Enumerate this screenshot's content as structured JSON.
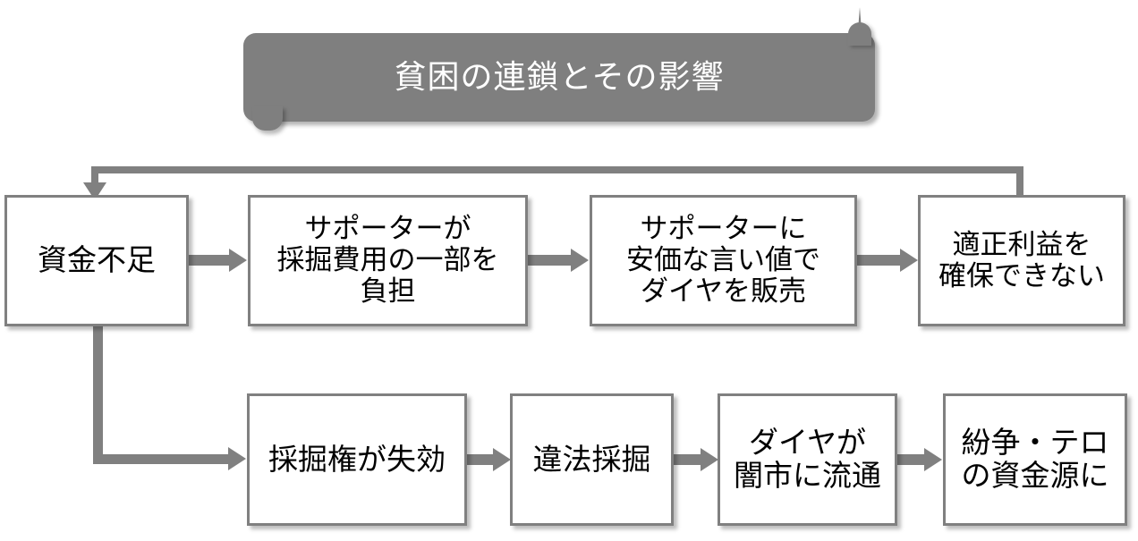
{
  "diagram": {
    "title": "貧困の連鎖とその影響",
    "colors": {
      "banner_fill": "#7f7f7f",
      "banner_text": "#ffffff",
      "node_border": "#808080",
      "node_fill": "#ffffff",
      "node_text": "#000000",
      "connector": "#808080",
      "background": "#ffffff"
    },
    "top_row": [
      {
        "id": "node-funding-shortage",
        "label": "資金不足"
      },
      {
        "id": "node-supporter-covers-cost",
        "label": "サポーターが\n採掘費用の一部を\n負担"
      },
      {
        "id": "node-sell-diamonds-cheap",
        "label": "サポーターに\n安価な言い値で\nダイヤを販売"
      },
      {
        "id": "node-cannot-secure-profit",
        "label": "適正利益を\n確保できない"
      }
    ],
    "bottom_row": [
      {
        "id": "node-mining-right-expires",
        "label": "採掘権が失効"
      },
      {
        "id": "node-illegal-mining",
        "label": "違法採掘"
      },
      {
        "id": "node-black-market",
        "label": "ダイヤが\n闇市に流通"
      },
      {
        "id": "node-conflict-terror-funding",
        "label": "紛争・テロ\nの資金源に"
      }
    ]
  }
}
